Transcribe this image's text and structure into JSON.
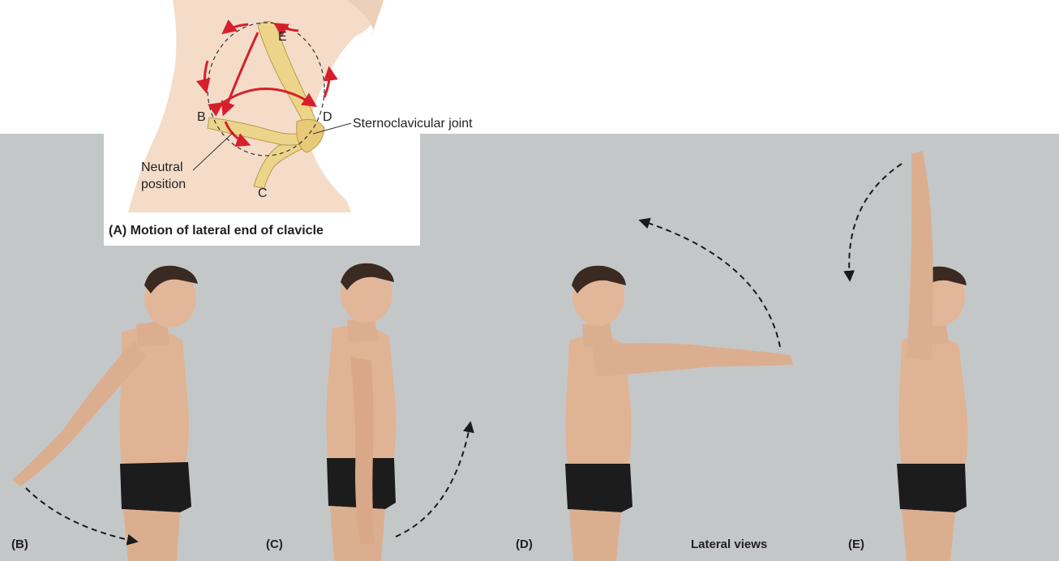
{
  "inset": {
    "caption": "(A) Motion of lateral end of clavicle",
    "point_labels": {
      "b": "B",
      "c": "C",
      "d": "D",
      "e": "E"
    },
    "joint_label": "Sternoclavicular joint",
    "neutral_label_line1": "Neutral",
    "neutral_label_line2": "position"
  },
  "panels": {
    "b": "(B)",
    "c": "(C)",
    "d": "(D)",
    "e": "(E)",
    "views_label": "Lateral views"
  },
  "colors": {
    "background_gray": "#c4c7c8",
    "arrow_red": "#d71f2c",
    "bone": "#ecd58a",
    "skin": "#e3b796",
    "shorts": "#1c1c1c",
    "hair": "#3a2a22"
  }
}
